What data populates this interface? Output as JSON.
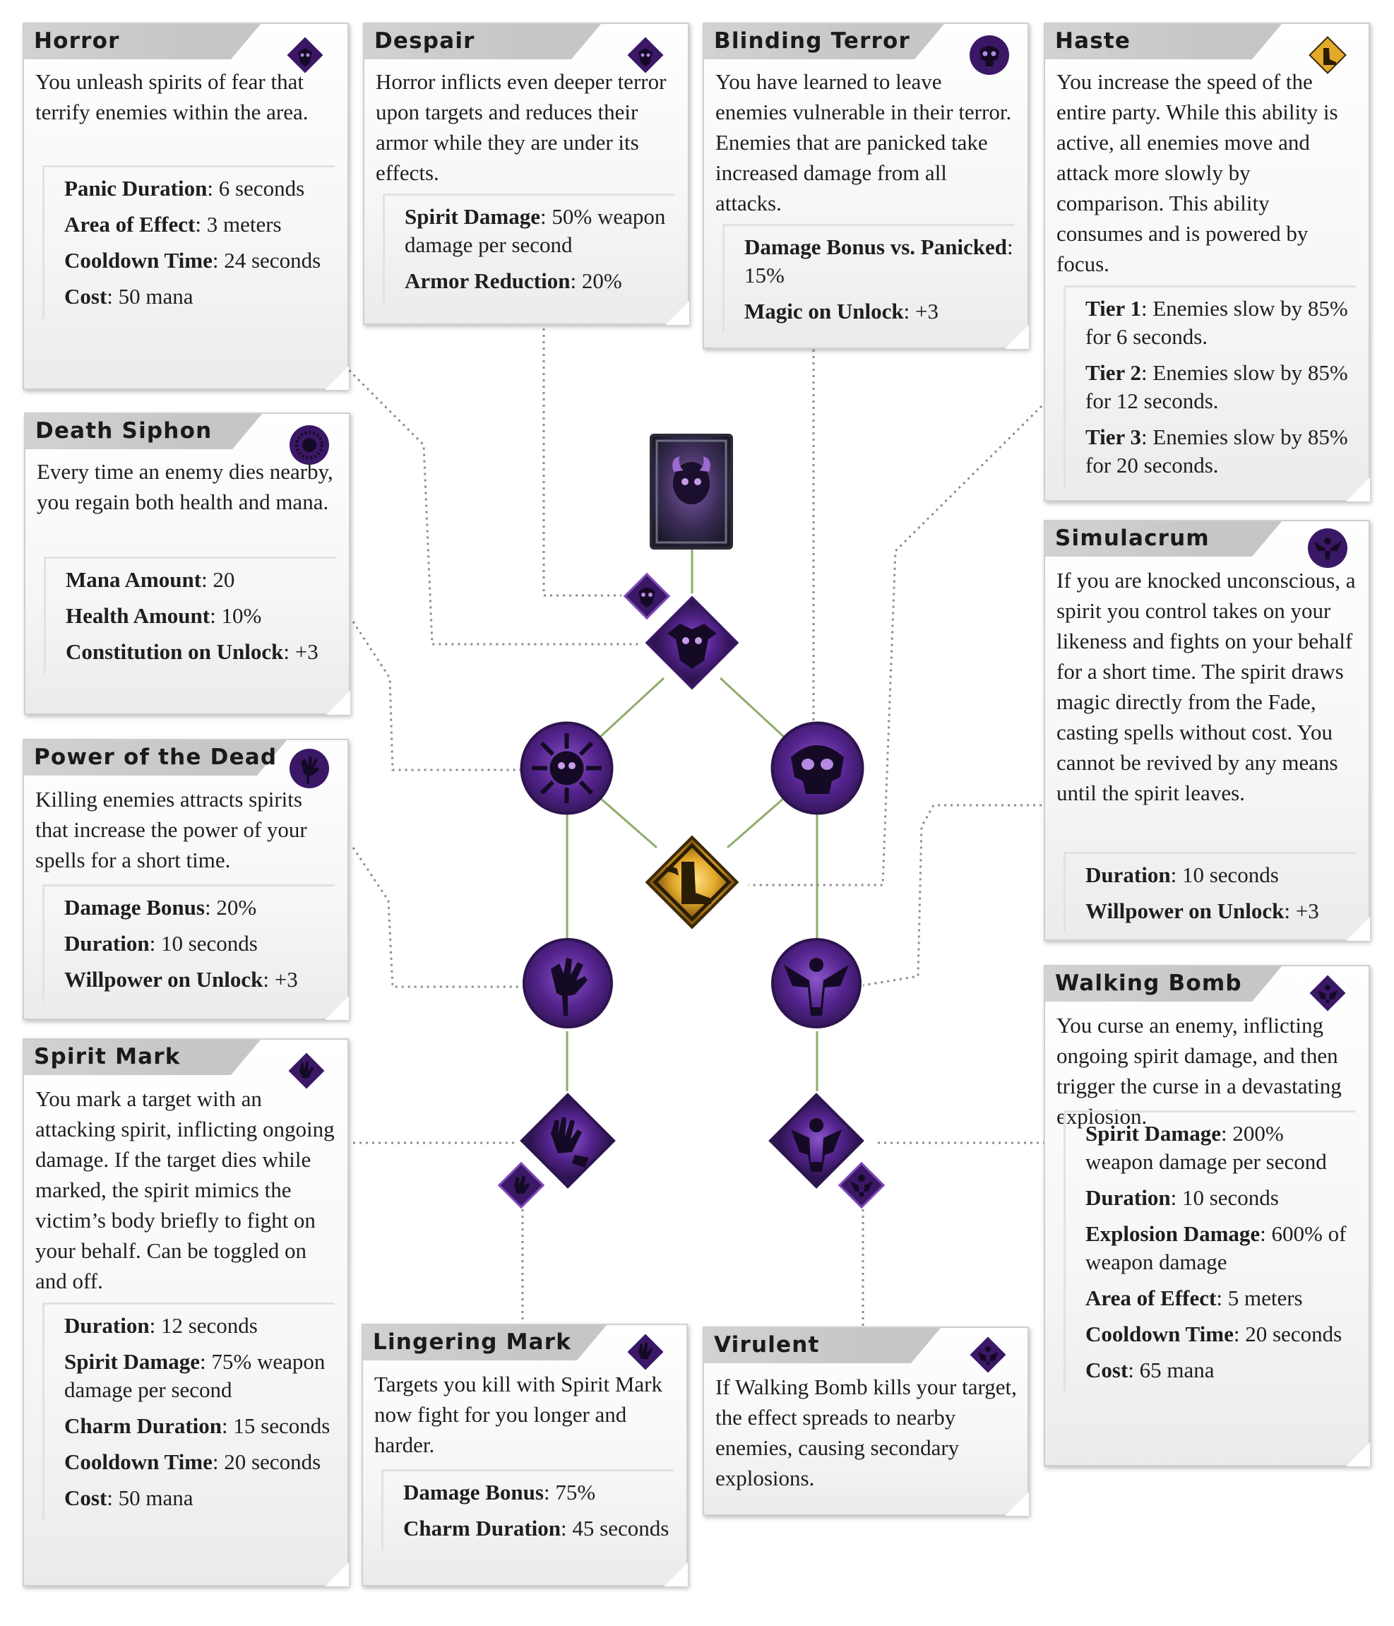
{
  "colors": {
    "purple_dark": "#2e1450",
    "purple_mid": "#5a2a8c",
    "purple_light": "#9b6ad0",
    "gold": "#f2c23a",
    "link_green": "#8fac6a",
    "dotted": "#8c8c8c"
  },
  "cards": {
    "horror": {
      "title": "Horror",
      "icon": "horror-icon",
      "desc": "You unleash spirits of fear that terrify enemies within the area.",
      "stats": [
        {
          "label": "Panic Duration",
          "value": ": 6 seconds"
        },
        {
          "label": "Area of Effect",
          "value": ": 3 meters"
        },
        {
          "label": "Cooldown Time",
          "value": ": 24 seconds"
        },
        {
          "label": "Cost",
          "value": ": 50 mana"
        }
      ]
    },
    "despair": {
      "title": "Despair",
      "icon": "despair-icon",
      "desc": "Horror inflicts even deeper terror upon targets and reduces their armor while they are under its effects.",
      "stats": [
        {
          "label": "Spirit Damage",
          "value": ": 50% weapon damage per second"
        },
        {
          "label": "Armor Reduction",
          "value": ": 20%"
        }
      ]
    },
    "blinding_terror": {
      "title": "Blinding Terror",
      "icon": "skull-icon",
      "desc": "You have learned to leave enemies vulnerable in their terror. Enemies that are panicked take increased damage from all attacks.",
      "stats": [
        {
          "label": "Damage Bonus vs. Panicked",
          "value": ": 15%"
        },
        {
          "label": "Magic on Unlock",
          "value": ": +3"
        }
      ]
    },
    "haste": {
      "title": "Haste",
      "icon": "winged-boot-icon",
      "desc": "You increase the speed of the entire party. While this ability is active, all enemies move and attack more slowly by comparison. This ability consumes and is powered by focus.",
      "stats": [
        {
          "label": "Tier 1",
          "value": ": Enemies slow by 85% for 6 seconds."
        },
        {
          "label": "Tier 2",
          "value": ": Enemies slow by 85% for 12 seconds."
        },
        {
          "label": "Tier 3",
          "value": ": Enemies slow by 85% for 20 seconds."
        }
      ]
    },
    "death_siphon": {
      "title": "Death Siphon",
      "icon": "skull-sunburst-icon",
      "desc": "Every time an enemy dies nearby, you regain both health and mana.",
      "stats": [
        {
          "label": "Mana Amount",
          "value": ": 20"
        },
        {
          "label": "Health Amount",
          "value": ": 10%"
        },
        {
          "label": "Constitution on Unlock",
          "value": ": +3"
        }
      ]
    },
    "simulacrum": {
      "title": "Simulacrum",
      "icon": "spirit-figure-icon",
      "desc": "If you are knocked unconscious, a spirit you control takes on your likeness and fights on your behalf for a short time. The spirit draws magic directly from the Fade, casting spells without cost. You cannot be revived by any means until the spirit leaves.",
      "stats": [
        {
          "label": "Duration",
          "value": ": 10 seconds"
        },
        {
          "label": "Willpower on Unlock",
          "value": ": +3"
        }
      ]
    },
    "power_of_the_dead": {
      "title": "Power of the Dead",
      "icon": "dripping-hand-icon",
      "desc": "Killing enemies attracts spirits that increase the power of your spells for a short time.",
      "stats": [
        {
          "label": "Damage Bonus",
          "value": ": 20%"
        },
        {
          "label": "Duration",
          "value": ": 10 seconds"
        },
        {
          "label": "Willpower on Unlock",
          "value": ": +3"
        }
      ]
    },
    "walking_bomb": {
      "title": "Walking Bomb",
      "icon": "walking-bomb-icon",
      "desc": "You curse an enemy, inflicting ongoing spirit damage, and then trigger the curse in a devastating explosion.",
      "stats": [
        {
          "label": "Spirit Damage",
          "value": ": 200% weapon damage per second"
        },
        {
          "label": "Duration",
          "value": ": 10 seconds"
        },
        {
          "label": "Explosion Damage",
          "value": ": 600% of weapon damage"
        },
        {
          "label": "Area of Effect",
          "value": ": 5 meters"
        },
        {
          "label": "Cooldown Time",
          "value": ": 20 seconds"
        },
        {
          "label": "Cost",
          "value": ": 65 mana"
        }
      ]
    },
    "spirit_mark": {
      "title": "Spirit Mark",
      "icon": "hand-mark-icon",
      "desc": "You mark a target with an attacking spirit, inflicting ongoing damage. If the target dies while marked, the spirit mimics the victim’s body briefly to fight on your behalf. Can be toggled on and off.",
      "stats": [
        {
          "label": "Duration",
          "value": ": 12 seconds"
        },
        {
          "label": "Spirit Damage",
          "value": ": 75% weapon damage per second"
        },
        {
          "label": "Charm Duration",
          "value": ": 15 seconds"
        },
        {
          "label": "Cooldown Time",
          "value": ": 20 seconds"
        },
        {
          "label": "Cost",
          "value": ": 50 mana"
        }
      ]
    },
    "lingering_mark": {
      "title": "Lingering Mark",
      "icon": "hand-mark-icon",
      "desc": "Targets you kill with Spirit Mark now fight for you longer and harder.",
      "stats": [
        {
          "label": "Damage Bonus",
          "value": ": 75%"
        },
        {
          "label": "Charm Duration",
          "value": ": 45 seconds"
        }
      ]
    },
    "virulent": {
      "title": "Virulent",
      "icon": "walking-bomb-icon",
      "desc": "If Walking Bomb kills your target, the effect spreads to nearby enemies, causing secondary explosions.",
      "stats": []
    }
  }
}
